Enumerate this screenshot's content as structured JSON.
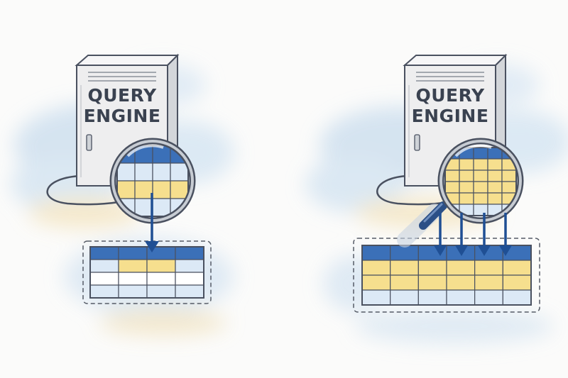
{
  "panels": [
    {
      "id": "left",
      "label_line1": "QUERY",
      "label_line2": "ENGINE",
      "lens_table": {
        "rows": 4,
        "cols": 4,
        "highlight_rows": [
          2
        ]
      },
      "result_table": {
        "rows": 4,
        "cols": 4,
        "highlight_cells": [
          [
            1,
            1
          ],
          [
            1,
            2
          ]
        ]
      },
      "arrows": 1
    },
    {
      "id": "right",
      "label_line1": "QUERY",
      "label_line2": "ENGINE",
      "lens_table": {
        "rows": 6,
        "cols": 5,
        "highlight_rows": [
          1,
          2,
          3,
          4
        ]
      },
      "result_table": {
        "rows": 4,
        "cols": 6,
        "highlight_rows": [
          1,
          2
        ]
      },
      "arrows": 4
    }
  ],
  "colors": {
    "header_blue": "#3b70b8",
    "light_blue": "#dce9f6",
    "highlight_yellow": "#f6df8e",
    "server_body": "#eeeeef",
    "outline": "#4a5160",
    "arrow": "#1f4f94",
    "sky_wash": "#cfe0ef",
    "sand_wash": "#f4e6c4"
  }
}
